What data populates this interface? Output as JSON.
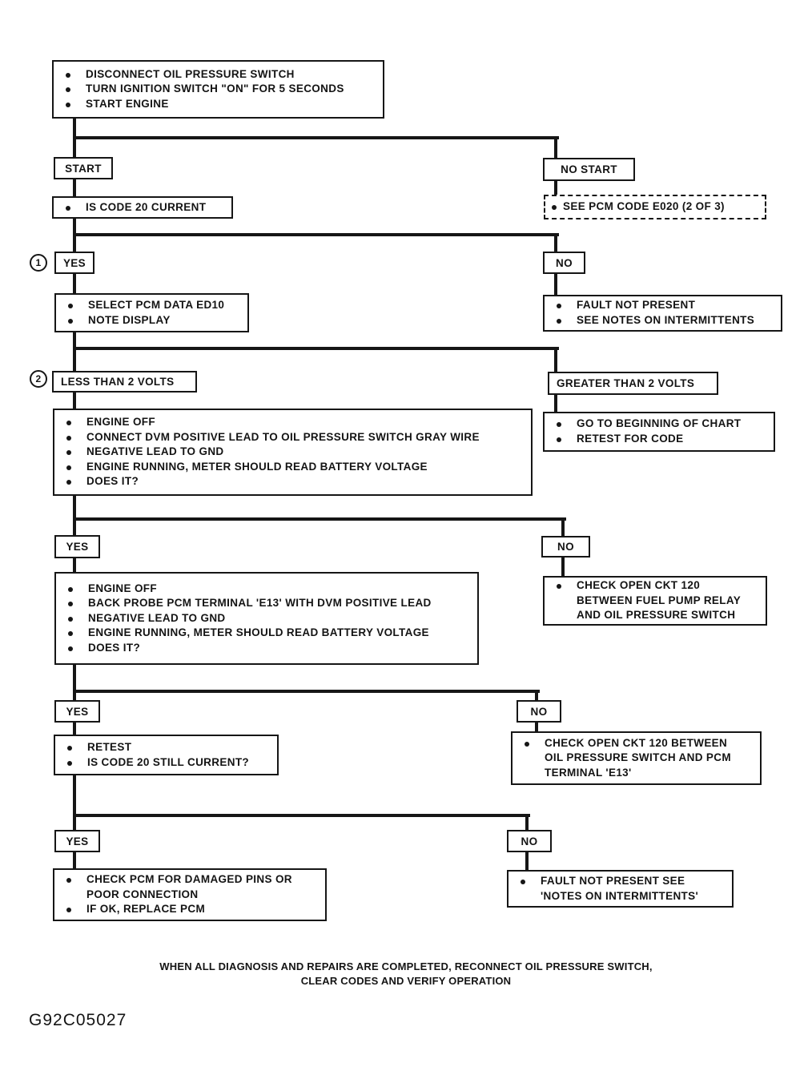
{
  "diagram": {
    "step_initial": {
      "bullets": [
        "DISCONNECT OIL PRESSURE SWITCH",
        "TURN IGNITION SWITCH \"ON\" FOR 5 SECONDS",
        "START ENGINE"
      ]
    },
    "branch_start": {
      "left": "START",
      "right": "NO START"
    },
    "is_code_20_current": {
      "bullets": [
        "IS CODE 20 CURRENT"
      ]
    },
    "see_pcm_code_e020": {
      "bullets": [
        "SEE PCM CODE E020 (2 OF 3)"
      ]
    },
    "branch1": {
      "marker": "1",
      "left": "YES",
      "right": "NO"
    },
    "select_pcm_data": {
      "bullets": [
        "SELECT PCM DATA ED10",
        "NOTE DISPLAY"
      ]
    },
    "fault_not_present_1": {
      "bullets": [
        "FAULT NOT PRESENT",
        "SEE NOTES ON INTERMITTENTS"
      ]
    },
    "branch2": {
      "marker": "2",
      "left": "LESS THAN 2 VOLTS",
      "right": "GREATER THAN 2 VOLTS"
    },
    "test_oil_pressure_switch": {
      "bullets": [
        "ENGINE OFF",
        "CONNECT DVM POSITIVE LEAD TO OIL PRESSURE SWITCH GRAY WIRE",
        "NEGATIVE LEAD TO GND",
        "ENGINE RUNNING, METER SHOULD READ BATTERY VOLTAGE",
        "DOES IT?"
      ]
    },
    "go_to_beginning": {
      "bullets": [
        "GO TO BEGINNING OF CHART",
        "RETEST FOR CODE"
      ]
    },
    "branch3": {
      "left": "YES",
      "right": "NO"
    },
    "back_probe_pcm": {
      "bullets": [
        "ENGINE OFF",
        "BACK PROBE PCM TERMINAL 'E13' WITH DVM POSITIVE LEAD",
        "NEGATIVE LEAD TO GND",
        "ENGINE RUNNING, METER SHOULD READ BATTERY VOLTAGE",
        "DOES IT?"
      ]
    },
    "check_ckt120_fuel_pump": {
      "bullets": [
        "CHECK OPEN CKT 120\nBETWEEN FUEL PUMP RELAY\nAND OIL PRESSURE SWITCH"
      ]
    },
    "branch4": {
      "left": "YES",
      "right": "NO"
    },
    "retest": {
      "bullets": [
        "RETEST",
        "IS CODE 20 STILL CURRENT?"
      ]
    },
    "check_ckt120_pcm": {
      "bullets": [
        "CHECK OPEN CKT 120 BETWEEN\nOIL PRESSURE SWITCH AND PCM\nTERMINAL 'E13'"
      ]
    },
    "branch5": {
      "left": "YES",
      "right": "NO"
    },
    "check_pcm_pins": {
      "bullets": [
        "CHECK PCM FOR DAMAGED PINS OR\nPOOR CONNECTION",
        "IF OK, REPLACE PCM"
      ]
    },
    "fault_not_present_2": {
      "bullets": [
        "FAULT NOT PRESENT SEE\n'NOTES ON INTERMITTENTS'"
      ]
    },
    "footer": {
      "note": "WHEN ALL DIAGNOSIS AND REPAIRS ARE COMPLETED, RECONNECT OIL PRESSURE SWITCH,\nCLEAR CODES AND VERIFY OPERATION",
      "figure_id": "G92C05027"
    }
  }
}
